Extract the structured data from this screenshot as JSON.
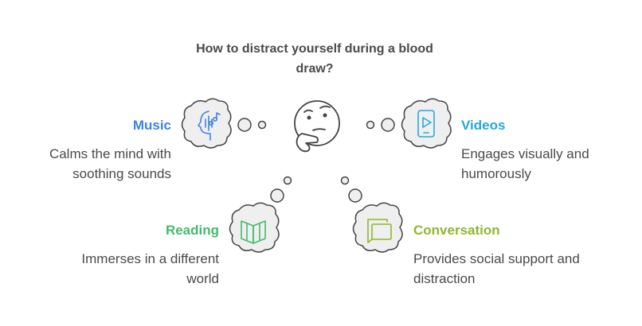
{
  "title": "How to distract yourself during a blood draw?",
  "colors": {
    "music": "#3f83e6",
    "videos": "#28a7d8",
    "reading": "#43bb6d",
    "conversation": "#8fb72d",
    "cloud_fill": "#efefef",
    "outline": "#444444"
  },
  "icons": {
    "center": "thinking-face-icon",
    "music": "music-head-icon",
    "videos": "phone-play-icon",
    "reading": "open-book-icon",
    "conversation": "chat-bubbles-icon"
  },
  "items": {
    "music": {
      "heading": "Music",
      "desc_lines": [
        "Calms the mind with",
        "soothing sounds"
      ]
    },
    "videos": {
      "heading": "Videos",
      "desc_lines": [
        "Engages visually and",
        "humorously"
      ]
    },
    "reading": {
      "heading": "Reading",
      "desc_lines": [
        "Immerses in a different",
        "world"
      ]
    },
    "conversation": {
      "heading": "Conversation",
      "desc_lines": [
        "Provides social support and",
        "distraction"
      ]
    }
  }
}
